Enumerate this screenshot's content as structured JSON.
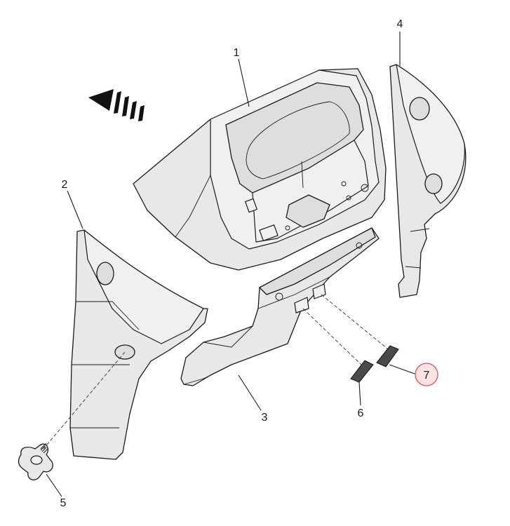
{
  "callouts": [
    {
      "id": "1",
      "label": "1"
    },
    {
      "id": "2",
      "label": "2"
    },
    {
      "id": "3",
      "label": "3"
    },
    {
      "id": "4",
      "label": "4"
    },
    {
      "id": "5",
      "label": "5"
    },
    {
      "id": "6",
      "label": "6"
    },
    {
      "id": "7",
      "label": "7",
      "highlighted": true
    }
  ],
  "colors": {
    "highlight_fill": "#fde3e3",
    "highlight_stroke": "#d9534f",
    "line": "#1a1a1a",
    "part_fill": "#e8e8e8"
  },
  "icons": {
    "direction": "direction-arrow-icon"
  }
}
